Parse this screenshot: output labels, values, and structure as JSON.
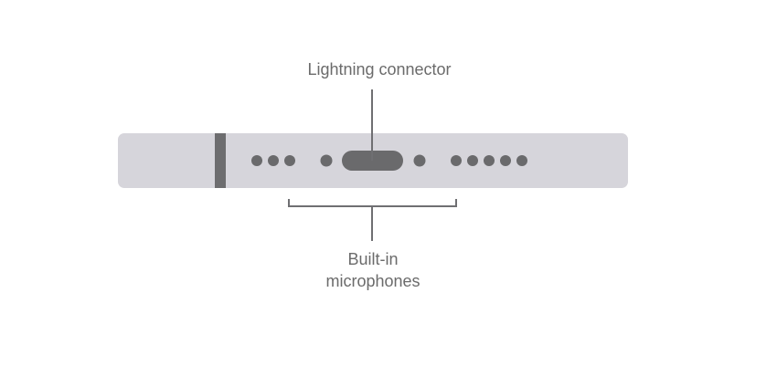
{
  "labels": {
    "connector": "Lightning connector",
    "microphones_line1": "Built-in",
    "microphones_line2": "microphones"
  },
  "colors": {
    "body": "#d6d5db",
    "mark": "#6a6a6c",
    "stripe": "#6d6d6f",
    "leader": "#6f6f72",
    "text": "#6b6b6b"
  },
  "parts": {
    "left_holes": 3,
    "right_holes": 5
  }
}
